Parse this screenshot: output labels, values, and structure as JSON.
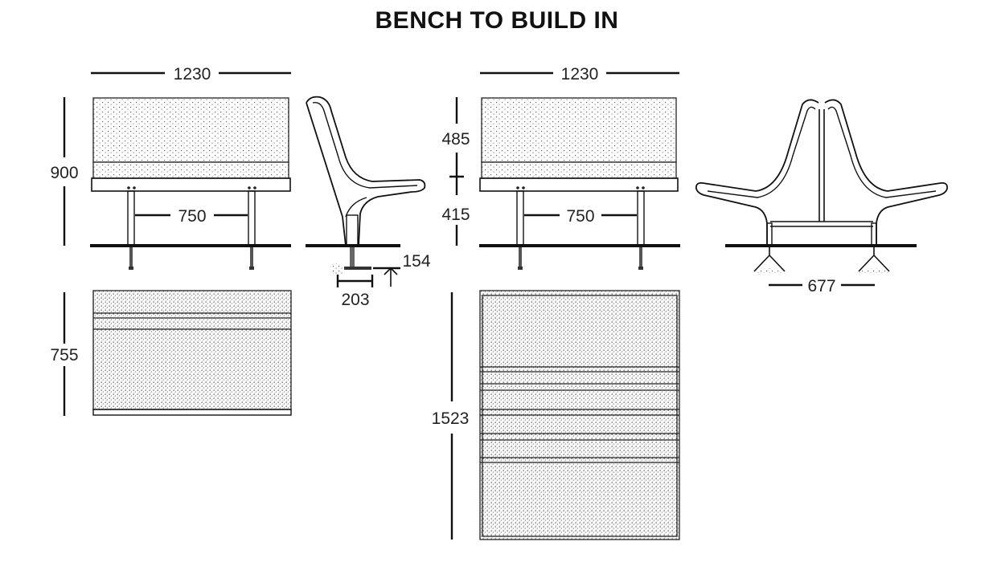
{
  "title": "BENCH TO BUILD IN",
  "views": {
    "single_front": {
      "width_label": "1230",
      "height_label": "900",
      "leg_spacing_label": "750"
    },
    "single_side": {
      "foot_width_label": "203",
      "foot_offset_label": "154"
    },
    "single_top": {
      "depth_label": "755"
    },
    "double_front": {
      "width_label": "1230",
      "back_height_label": "485",
      "seat_height_label": "415",
      "leg_spacing_label": "750"
    },
    "double_side": {
      "foot_spacing_label": "677"
    },
    "double_top": {
      "depth_label": "1523"
    }
  }
}
